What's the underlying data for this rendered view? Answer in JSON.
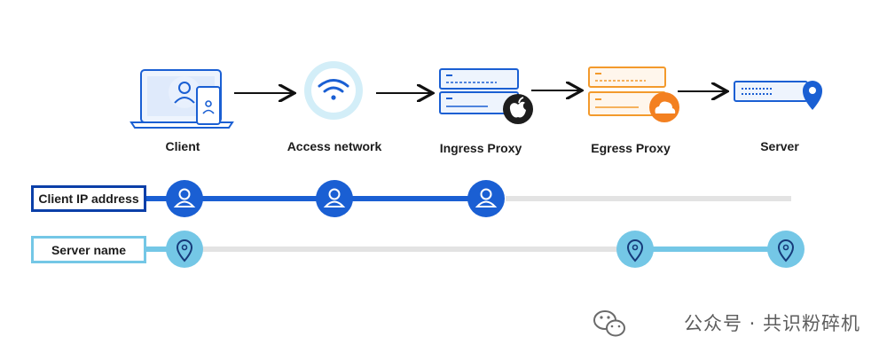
{
  "nodes": [
    {
      "label": "Client"
    },
    {
      "label": "Access network"
    },
    {
      "label": "Ingress Proxy"
    },
    {
      "label": "Egress Proxy"
    },
    {
      "label": "Server"
    }
  ],
  "rows": {
    "client_ip": {
      "label": "Client IP address"
    },
    "server_name": {
      "label": "Server name"
    }
  },
  "watermark": {
    "text": "公众号 · 共识粉碎机"
  },
  "colors": {
    "blue": "#1a5fd3",
    "dark_blue": "#0b3fa8",
    "light_blue": "#74c7e6",
    "orange": "#f39a2c",
    "grey_line": "#e3e3e3",
    "apple_black": "#1d1d1d",
    "cloud_orange": "#f38020"
  },
  "icons": [
    "laptop-phone-icon",
    "wifi-icon",
    "server-icon",
    "apple-logo-icon",
    "cloudflare-logo-icon",
    "location-pin-icon",
    "user-icon",
    "wechat-icon"
  ]
}
